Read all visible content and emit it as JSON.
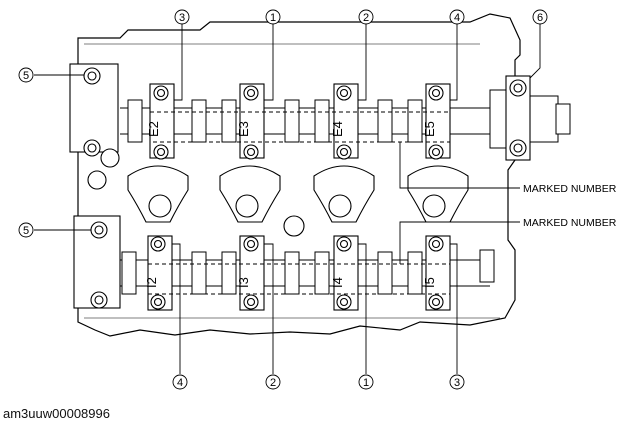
{
  "figure": {
    "image_id_text": "am3uuw00008996",
    "callouts": {
      "top": [
        "3",
        "1",
        "2",
        "4",
        "6"
      ],
      "bottom": [
        "4",
        "2",
        "1",
        "3"
      ],
      "left": [
        "5",
        "5"
      ]
    },
    "cap_labels": {
      "exhaust": [
        "E2",
        "E3",
        "E4",
        "E5"
      ],
      "intake": [
        "I2",
        "I3",
        "I4",
        "I5"
      ]
    },
    "marked_number_labels": [
      "MARKED NUMBER",
      "MARKED NUMBER"
    ]
  }
}
